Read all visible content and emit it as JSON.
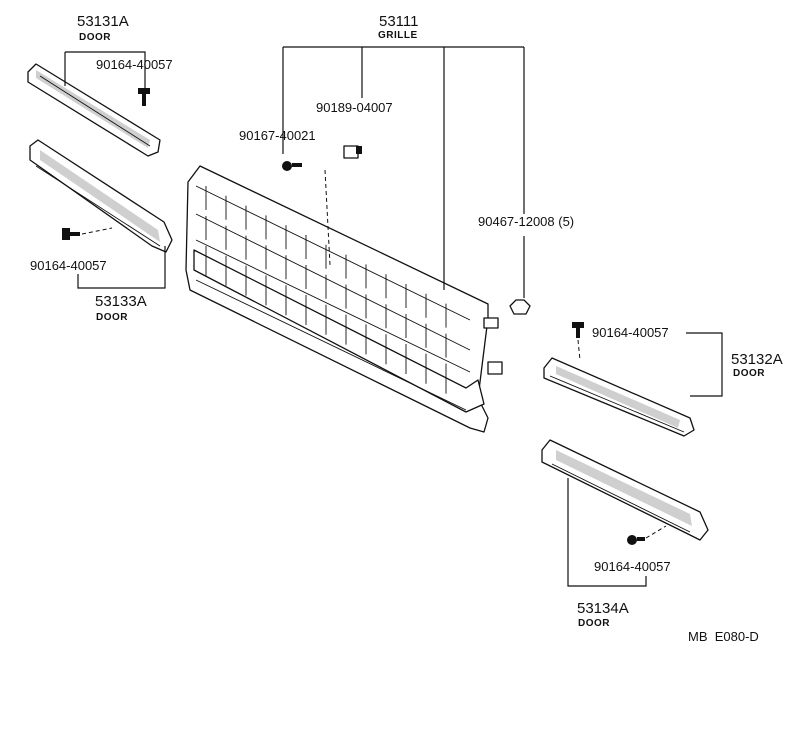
{
  "parts": {
    "grille": {
      "number": "53111",
      "name": "GRILLE"
    },
    "door_upper_left": {
      "number": "53131A",
      "name": "DOOR"
    },
    "door_lower_left": {
      "number": "53133A",
      "name": "DOOR"
    },
    "door_upper_right": {
      "number": "53132A",
      "name": "DOOR"
    },
    "door_lower_right": {
      "number": "53134A",
      "name": "DOOR"
    }
  },
  "fasteners": {
    "screw_upper_left": "90164-40057",
    "screw_lower_left": "90164-40057",
    "screw_upper_right": "90164-40057",
    "screw_lower_right": "90164-40057",
    "grille_screw": "90167-40021",
    "grille_clip": "90189-04007",
    "grille_nut": "90467-12008 (5)"
  },
  "diagram_code": "MB  E080-D"
}
